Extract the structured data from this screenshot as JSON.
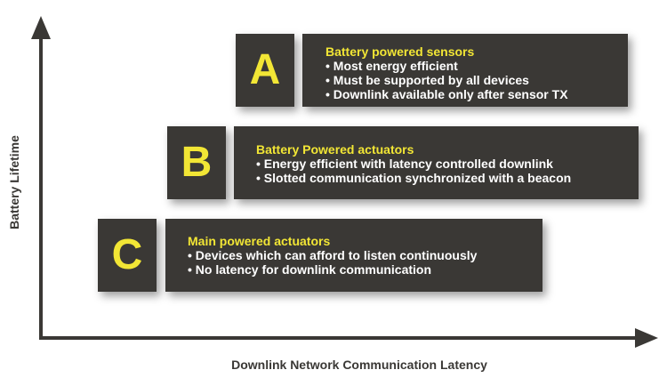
{
  "axes": {
    "y_label": "Battery Lifetime",
    "x_label": "Downlink Network Communication Latency"
  },
  "colors": {
    "box_fill": "#3a3835",
    "accent_yellow": "#f2e635",
    "bullet_text": "#ffffff",
    "axis": "#3a3835"
  },
  "classes": [
    {
      "letter": "A",
      "title": "Battery powered sensors",
      "bullets": [
        "• Most energy efficient",
        "• Must be supported by all devices",
        "• Downlink available only after sensor TX"
      ]
    },
    {
      "letter": "B",
      "title": "Battery Powered actuators",
      "bullets": [
        "• Energy efficient with latency controlled downlink",
        "• Slotted communication synchronized with a beacon"
      ]
    },
    {
      "letter": "C",
      "title": "Main powered actuators",
      "bullets": [
        "• Devices which can afford to listen continuously",
        "• No latency for downlink communication"
      ]
    }
  ]
}
